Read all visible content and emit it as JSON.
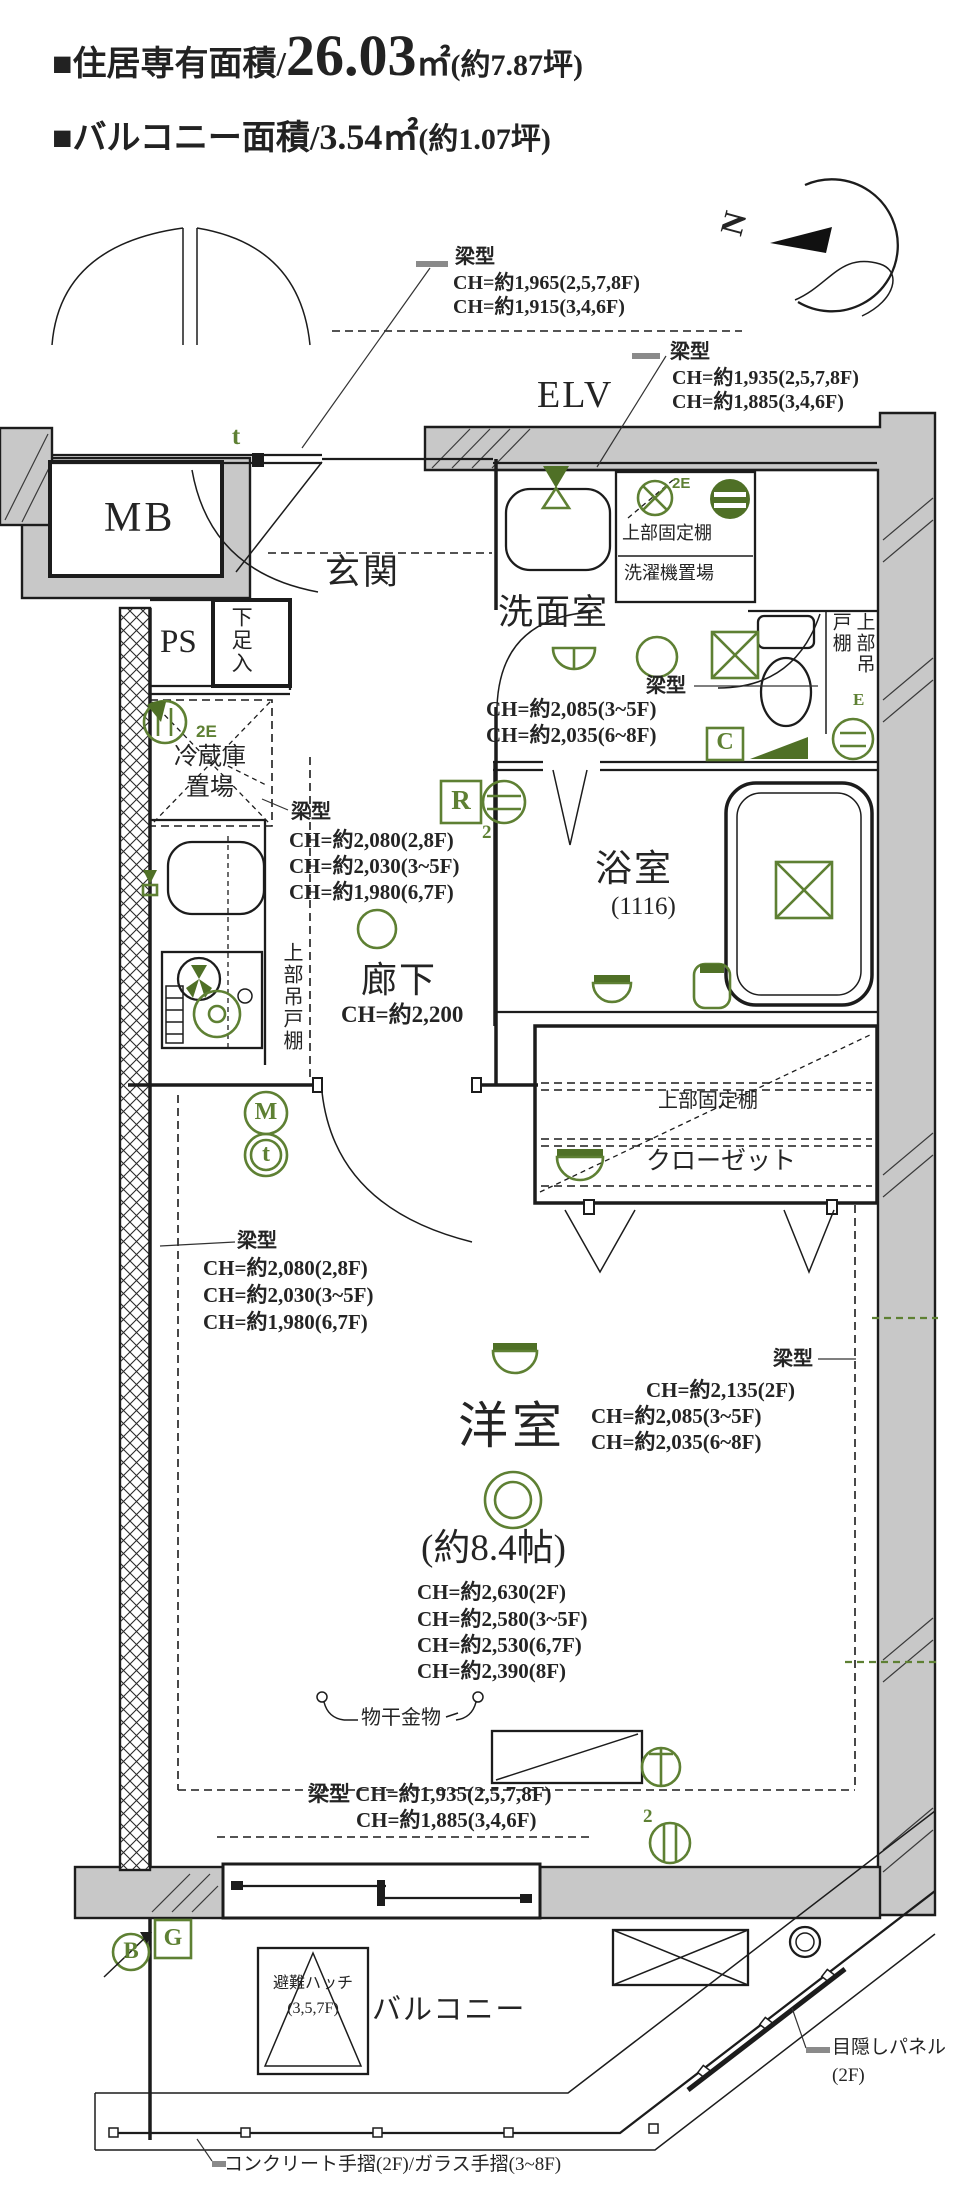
{
  "header": {
    "line1_label": "■住居専有面積/",
    "line1_value": "26.03",
    "line1_unit": "㎡",
    "line1_tsubo": "(約7.87坪)",
    "line2_label": "■バルコニー面積/",
    "line2_value": "3.54㎡",
    "line2_tsubo": "(約1.07坪)"
  },
  "compass": {
    "north": "N"
  },
  "rooms": {
    "mb": "MB",
    "ps": "PS",
    "genkan": "玄関",
    "shoe_cabinet": "下足入",
    "elv": "ELV",
    "washroom": "洗面室",
    "washer_shelf": "上部固定棚",
    "washer_space": "洗濯機置場",
    "toilet_cupboard": "上部吊\n戸棚",
    "fridge": "冷蔵庫\n置場",
    "kitchen_cupboard": "上部吊戸棚",
    "bath": "浴室",
    "bath_size": "(1116)",
    "corridor": "廊下",
    "corridor_ch": "CH=約2,200",
    "closet_shelf": "上部固定棚",
    "closet": "クローゼット",
    "bedroom": "洋室",
    "bedroom_size": "(約8.4帖)",
    "balcony": "バルコニー",
    "hatch": "避難ハッチ\n(3,5,7F)"
  },
  "beams": {
    "entrance": {
      "title": "梁型",
      "l1": "CH=約1,965(2,5,7,8F)",
      "l2": "CH=約1,915(3,4,6F)"
    },
    "elv_hall": {
      "title": "梁型",
      "l1": "CH=約1,935(2,5,7,8F)",
      "l2": "CH=約1,885(3,4,6F)"
    },
    "washroom": {
      "title": "梁型",
      "l1": "CH=約2,085(3~5F)",
      "l2": "CH=約2,035(6~8F)"
    },
    "corridor": {
      "title": "梁型",
      "l1": "CH=約2,080(2,8F)",
      "l2": "CH=約2,030(3~5F)",
      "l3": "CH=約1,980(6,7F)"
    },
    "bedroom_left": {
      "title": "梁型",
      "l1": "CH=約2,080(2,8F)",
      "l2": "CH=約2,030(3~5F)",
      "l3": "CH=約1,980(6,7F)"
    },
    "bedroom_right": {
      "title": "梁型",
      "l1": "CH=約2,135(2F)",
      "l2": "CH=約2,085(3~5F)",
      "l3": "CH=約2,035(6~8F)"
    },
    "bedroom_ch": {
      "l1": "CH=約2,630(2F)",
      "l2": "CH=約2,580(3~5F)",
      "l3": "CH=約2,530(6,7F)",
      "l4": "CH=約2,390(8F)"
    },
    "balcony_side": {
      "l1": "梁型 CH=約1,935(2,5,7,8F)",
      "l2": "CH=約1,885(3,4,6F)"
    }
  },
  "notes": {
    "monohoshi": "物干金物",
    "mekakushi": "目隠しパネル\n(2F)",
    "handrail": "コンクリート手摺(2F)/ガラス手摺(3~8F)"
  },
  "markers": {
    "t_entrance": "t",
    "outlet_fridge": "2E",
    "outlet_washer": "2E",
    "r": "R",
    "r_sub": "2",
    "c": "C",
    "e": "E",
    "m": "M",
    "t_hall": "t",
    "g": "G",
    "b": "B",
    "sub2_balcony": "2"
  },
  "colors": {
    "accent_green": "#5e8033",
    "wall_gray": "#c8c8c8",
    "ink": "#1c1c1c"
  }
}
